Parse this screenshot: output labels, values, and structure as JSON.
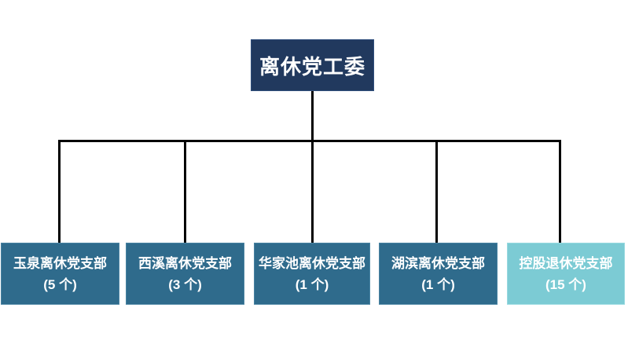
{
  "chart": {
    "type": "org-chart",
    "root": {
      "label": "离休党工委"
    },
    "branches": [
      {
        "name": "玉泉离休党支部",
        "count": "(5 个)"
      },
      {
        "name": "西溪离休党支部",
        "count": "(3 个)"
      },
      {
        "name": "华家池离休党支部",
        "count": "(1 个)"
      },
      {
        "name": "湖滨离休党支部",
        "count": "(1 个)"
      },
      {
        "name": "控股退休党支部",
        "count": "(15 个)"
      }
    ]
  },
  "colors": {
    "root_fill": "#21395E",
    "root_border": "#31507E",
    "branch_fill": "#2F6B8C",
    "branch_border": "#4A84A3",
    "highlight_fill": "#7CCBD4",
    "highlight_border": "#97D9E0",
    "connector": "#000000",
    "text": "#FFFFFF",
    "background": "#FFFFFF"
  }
}
